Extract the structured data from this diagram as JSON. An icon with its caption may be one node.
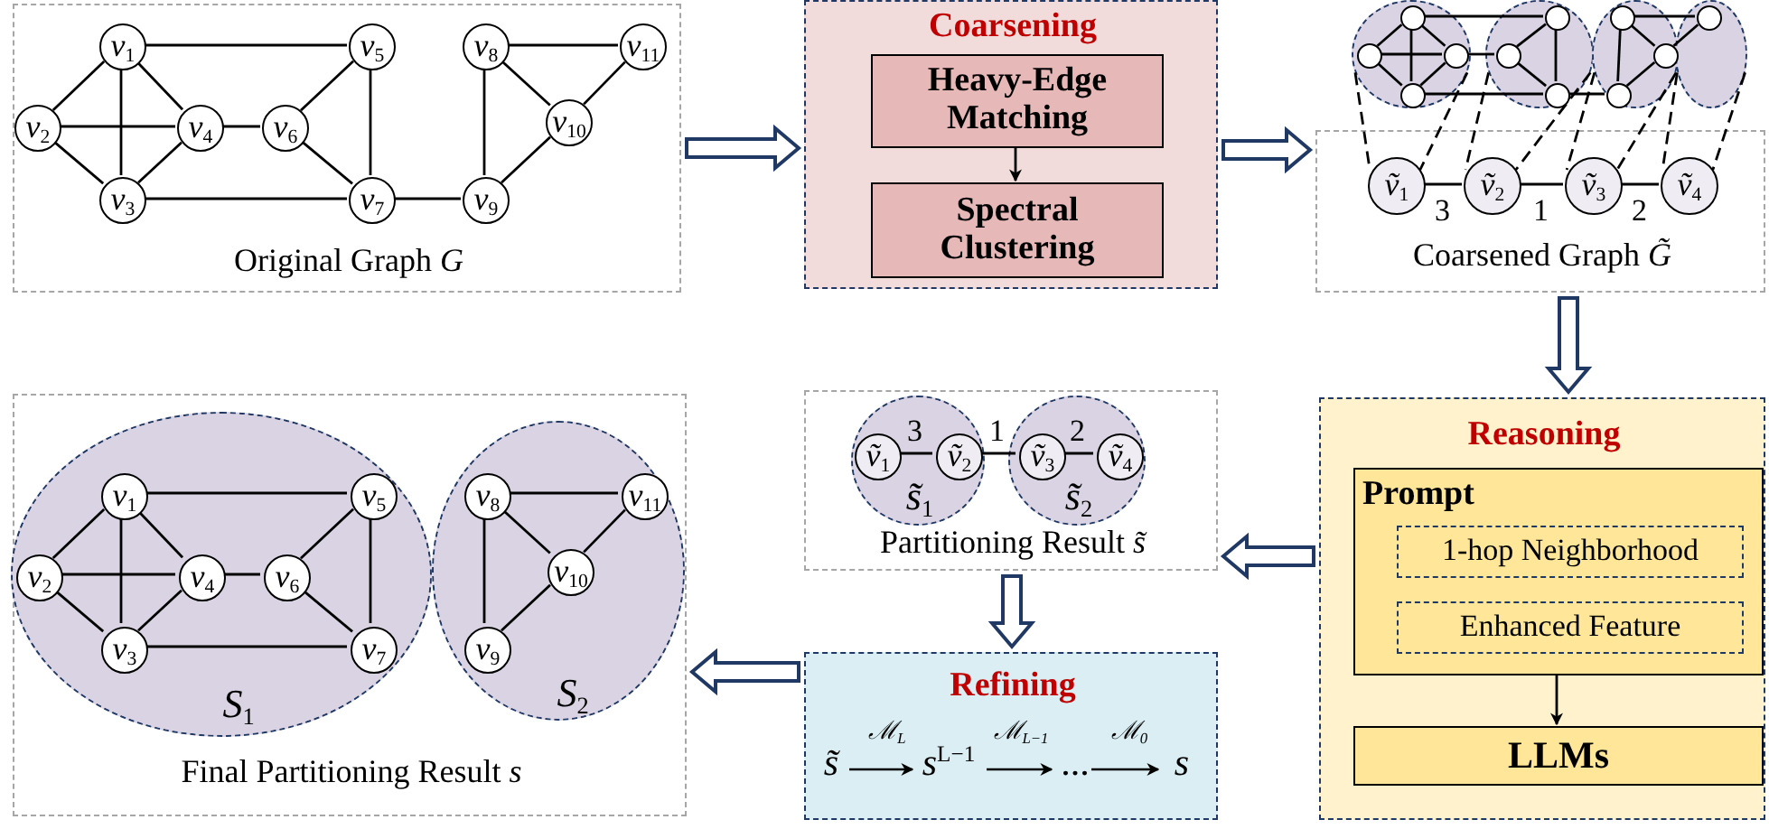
{
  "diagram": {
    "nodes": [
      {
        "text": [
          "Original Graph *G*"
        ]
      },
      {
        "text": [
          "*v*$_{1}$"
        ],
        "in": 0
      },
      {
        "text": [
          "*v*$_{2}$"
        ],
        "in": 0
      },
      {
        "text": [
          "*v*$_{3}$"
        ],
        "in": 0
      },
      {
        "text": [
          "*v*$_{4}$"
        ],
        "in": 0
      },
      {
        "text": [
          "*v*$_{5}$"
        ],
        "in": 0
      },
      {
        "text": [
          "*v*$_{6}$"
        ],
        "in": 0
      },
      {
        "text": [
          "*v*$_{7}$"
        ],
        "in": 0
      },
      {
        "text": [
          "*v*$_{8}$"
        ],
        "in": 0
      },
      {
        "text": [
          "*v*$_{9}$"
        ],
        "in": 0
      },
      {
        "text": [
          "*v*$_{10}$"
        ],
        "in": 0
      },
      {
        "text": [
          "*v*$_{11}$"
        ],
        "in": 0
      },
      {
        "text": [
          "Coarsening"
        ]
      },
      {
        "text": [
          "Heavy-Edge Matching"
        ],
        "in": 12
      },
      {
        "text": [
          "Spectral Clustering"
        ],
        "in": 12
      },
      {
        "text": [],
        "shape": "circle"
      },
      {
        "text": [],
        "shape": "circle"
      },
      {
        "text": [],
        "shape": "circle"
      },
      {
        "text": [],
        "shape": "circle"
      },
      {
        "text": [],
        "shape": "circle",
        "in": 15
      },
      {
        "text": [],
        "shape": "circle",
        "in": 15
      },
      {
        "text": [],
        "shape": "circle",
        "in": 15
      },
      {
        "text": [],
        "shape": "circle",
        "in": 15
      },
      {
        "text": [],
        "shape": "circle",
        "in": 16
      },
      {
        "text": [],
        "shape": "circle",
        "in": 16
      },
      {
        "text": [],
        "shape": "circle",
        "in": 16
      },
      {
        "text": [],
        "shape": "circle",
        "in": 17
      },
      {
        "text": [],
        "shape": "circle",
        "in": 17
      },
      {
        "text": [],
        "shape": "circle",
        "in": 17
      },
      {
        "text": [],
        "shape": "circle",
        "in": 18
      },
      {
        "text": [
          "Coarsened Graph *G̃*"
        ]
      },
      {
        "text": [
          "*ṽ*$_{1}$"
        ],
        "in": 30
      },
      {
        "text": [
          "*ṽ*$_{2}$"
        ],
        "in": 30
      },
      {
        "text": [
          "*ṽ*$_{3}$"
        ],
        "in": 30
      },
      {
        "text": [
          "*ṽ*$_{4}$"
        ],
        "in": 30
      },
      {
        "text": [
          "Reasoning"
        ]
      },
      {
        "text": [
          "Prompt"
        ],
        "in": 35
      },
      {
        "text": [
          "1-hop Neighborhood"
        ],
        "in": 36
      },
      {
        "text": [
          "Enhanced Feature"
        ],
        "in": 36
      },
      {
        "text": [
          "LLMs"
        ],
        "in": 35
      },
      {
        "text": [
          "Partitioning Result *s̃*"
        ]
      },
      {
        "text": [
          "*s̃*$_{1}$"
        ],
        "in": 40
      },
      {
        "text": [
          "*ṽ*$_{1}$"
        ],
        "in": 41
      },
      {
        "text": [
          "*ṽ*$_{2}$"
        ],
        "in": 41
      },
      {
        "text": [
          "*s̃*$_{2}$"
        ],
        "in": 40
      },
      {
        "text": [
          "*ṽ*$_{3}$"
        ],
        "in": 44
      },
      {
        "text": [
          "*ṽ*$_{4}$"
        ],
        "in": 44
      },
      {
        "text": [
          "Refining",
          "*s̃*",
          "ℳ$_{L}$",
          "*s*$^{L−1}$",
          "ℳ$_{L−1}$",
          "...",
          "ℳ$_{0}$",
          "*s*"
        ]
      },
      {
        "text": [
          "Final Partitioning Result *s*"
        ]
      },
      {
        "text": [
          "*S*$_{1}$"
        ],
        "in": 48
      },
      {
        "text": [
          "*v*$_{1}$"
        ],
        "in": 49
      },
      {
        "text": [
          "*v*$_{2}$"
        ],
        "in": 49
      },
      {
        "text": [
          "*v*$_{3}$"
        ],
        "in": 49
      },
      {
        "text": [
          "*v*$_{4}$"
        ],
        "in": 49
      },
      {
        "text": [
          "*v*$_{5}$"
        ],
        "in": 49
      },
      {
        "text": [
          "*v*$_{6}$"
        ],
        "in": 49
      },
      {
        "text": [
          "*v*$_{7}$"
        ],
        "in": 49
      },
      {
        "text": [
          "*S*$_{2}$"
        ],
        "in": 48
      },
      {
        "text": [
          "*v*$_{8}$"
        ],
        "in": 57
      },
      {
        "text": [
          "*v*$_{9}$"
        ],
        "in": 57
      },
      {
        "text": [
          "*v*$_{10}$"
        ],
        "in": 57
      },
      {
        "text": [
          "*v*$_{11}$"
        ],
        "in": 57
      }
    ],
    "edges": [
      {
        "from": 1,
        "to": 2,
        "arrow": "none"
      },
      {
        "from": 1,
        "to": 3,
        "arrow": "none"
      },
      {
        "from": 1,
        "to": 4,
        "arrow": "none"
      },
      {
        "from": 1,
        "to": 5,
        "arrow": "none"
      },
      {
        "from": 2,
        "to": 3,
        "arrow": "none"
      },
      {
        "from": 2,
        "to": 4,
        "arrow": "none"
      },
      {
        "from": 3,
        "to": 4,
        "arrow": "none"
      },
      {
        "from": 3,
        "to": 7,
        "arrow": "none"
      },
      {
        "from": 4,
        "to": 6,
        "arrow": "none"
      },
      {
        "from": 5,
        "to": 6,
        "arrow": "none"
      },
      {
        "from": 5,
        "to": 7,
        "arrow": "none"
      },
      {
        "from": 6,
        "to": 7,
        "arrow": "none"
      },
      {
        "from": 7,
        "to": 9,
        "arrow": "none"
      },
      {
        "from": 8,
        "to": 9,
        "arrow": "none"
      },
      {
        "from": 8,
        "to": 10,
        "arrow": "none"
      },
      {
        "from": 8,
        "to": 11,
        "arrow": "none"
      },
      {
        "from": 9,
        "to": 10,
        "arrow": "none"
      },
      {
        "from": 10,
        "to": 11,
        "arrow": "none"
      },
      {
        "from": 19,
        "to": 20,
        "arrow": "none"
      },
      {
        "from": 19,
        "to": 21,
        "arrow": "none"
      },
      {
        "from": 19,
        "to": 22,
        "arrow": "none"
      },
      {
        "from": 19,
        "to": 23,
        "arrow": "none"
      },
      {
        "from": 20,
        "to": 21,
        "arrow": "none"
      },
      {
        "from": 20,
        "to": 22,
        "arrow": "none"
      },
      {
        "from": 21,
        "to": 22,
        "arrow": "none"
      },
      {
        "from": 21,
        "to": 25,
        "arrow": "none"
      },
      {
        "from": 22,
        "to": 24,
        "arrow": "none"
      },
      {
        "from": 23,
        "to": 24,
        "arrow": "none"
      },
      {
        "from": 23,
        "to": 25,
        "arrow": "none"
      },
      {
        "from": 24,
        "to": 25,
        "arrow": "none"
      },
      {
        "from": 25,
        "to": 27,
        "arrow": "none"
      },
      {
        "from": 26,
        "to": 27,
        "arrow": "none"
      },
      {
        "from": 26,
        "to": 28,
        "arrow": "none"
      },
      {
        "from": 26,
        "to": 29,
        "arrow": "none"
      },
      {
        "from": 27,
        "to": 28,
        "arrow": "none"
      },
      {
        "from": 28,
        "to": 29,
        "arrow": "none"
      },
      {
        "from": 15,
        "to": 31,
        "arrow": "none",
        "style": "dashed"
      },
      {
        "from": 15,
        "to": 31,
        "arrow": "none",
        "style": "dashed"
      },
      {
        "from": 16,
        "to": 32,
        "arrow": "none",
        "style": "dashed"
      },
      {
        "from": 16,
        "to": 32,
        "arrow": "none",
        "style": "dashed"
      },
      {
        "from": 17,
        "to": 33,
        "arrow": "none",
        "style": "dashed"
      },
      {
        "from": 17,
        "to": 33,
        "arrow": "none",
        "style": "dashed"
      },
      {
        "from": 18,
        "to": 34,
        "arrow": "none",
        "style": "dashed"
      },
      {
        "from": 18,
        "to": 34,
        "arrow": "none",
        "style": "dashed"
      },
      {
        "from": 31,
        "to": 32,
        "arrow": "none",
        "label": "3"
      },
      {
        "from": 32,
        "to": 33,
        "arrow": "none",
        "label": "1"
      },
      {
        "from": 33,
        "to": 34,
        "arrow": "none",
        "label": "2"
      },
      {
        "from": 13,
        "to": 14,
        "arrow": "to"
      },
      {
        "from": 36,
        "to": 39,
        "arrow": "to"
      },
      {
        "from": 42,
        "to": 43,
        "arrow": "none",
        "label": "3"
      },
      {
        "from": 43,
        "to": 45,
        "arrow": "none",
        "label": "1"
      },
      {
        "from": 45,
        "to": 46,
        "arrow": "none",
        "label": "2"
      },
      {
        "from": 50,
        "to": 51,
        "arrow": "none"
      },
      {
        "from": 50,
        "to": 52,
        "arrow": "none"
      },
      {
        "from": 50,
        "to": 53,
        "arrow": "none"
      },
      {
        "from": 50,
        "to": 54,
        "arrow": "none"
      },
      {
        "from": 51,
        "to": 52,
        "arrow": "none"
      },
      {
        "from": 51,
        "to": 53,
        "arrow": "none"
      },
      {
        "from": 52,
        "to": 53,
        "arrow": "none"
      },
      {
        "from": 52,
        "to": 56,
        "arrow": "none"
      },
      {
        "from": 53,
        "to": 55,
        "arrow": "none"
      },
      {
        "from": 54,
        "to": 55,
        "arrow": "none"
      },
      {
        "from": 54,
        "to": 56,
        "arrow": "none"
      },
      {
        "from": 55,
        "to": 56,
        "arrow": "none"
      },
      {
        "from": 58,
        "to": 59,
        "arrow": "none"
      },
      {
        "from": 58,
        "to": 60,
        "arrow": "none"
      },
      {
        "from": 58,
        "to": 61,
        "arrow": "none"
      },
      {
        "from": 59,
        "to": 60,
        "arrow": "none"
      },
      {
        "from": 60,
        "to": 61,
        "arrow": "none"
      },
      {
        "from": 0,
        "to": 12,
        "arrow": "to",
        "style": "thick"
      },
      {
        "from": 12,
        "to": 30,
        "arrow": "to",
        "style": "thick"
      },
      {
        "from": 30,
        "to": 35,
        "arrow": "to",
        "style": "thick"
      },
      {
        "from": 35,
        "to": 40,
        "arrow": "to",
        "style": "thick"
      },
      {
        "from": 40,
        "to": 47,
        "arrow": "to",
        "style": "thick"
      },
      {
        "from": 47,
        "to": 48,
        "arrow": "to",
        "style": "thick"
      }
    ]
  }
}
